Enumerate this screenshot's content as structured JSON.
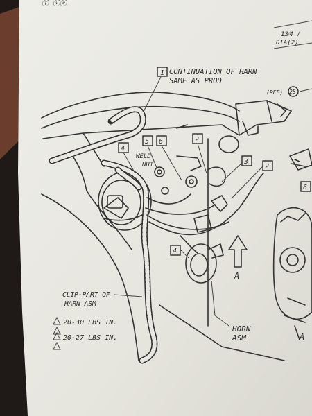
{
  "header": {
    "corner_mark": "Ⓣ ⓥⓔ"
  },
  "callouts": {
    "continuation": {
      "num": "1",
      "line1": "CONTINUATION OF HARN",
      "line2": "SAME AS PROD"
    },
    "ref": {
      "label": "(REF)",
      "num": "25"
    },
    "dia": {
      "line1": "13⁄4 /",
      "line2": "DIA(2)"
    },
    "weld_nut": {
      "line1": "WELD",
      "line2": "NUT"
    },
    "clip_part": {
      "line1": "CLIP-PART OF",
      "line2": "HARN ASM"
    },
    "horn": {
      "line1": "HORN",
      "line2": "ASM"
    },
    "view_arrow": "A",
    "view_arrow_2": "A"
  },
  "numbered_boxes": [
    "5",
    "6",
    "2",
    "4",
    "3",
    "2",
    "4",
    "6"
  ],
  "torque_notes": [
    "20-30 LBS IN.",
    "20-27 LBS IN."
  ],
  "colors": {
    "paper": "#e9e8e2",
    "ink": "#2b2b2b",
    "background": "#2a2420",
    "hand": "#6b3d2c"
  }
}
